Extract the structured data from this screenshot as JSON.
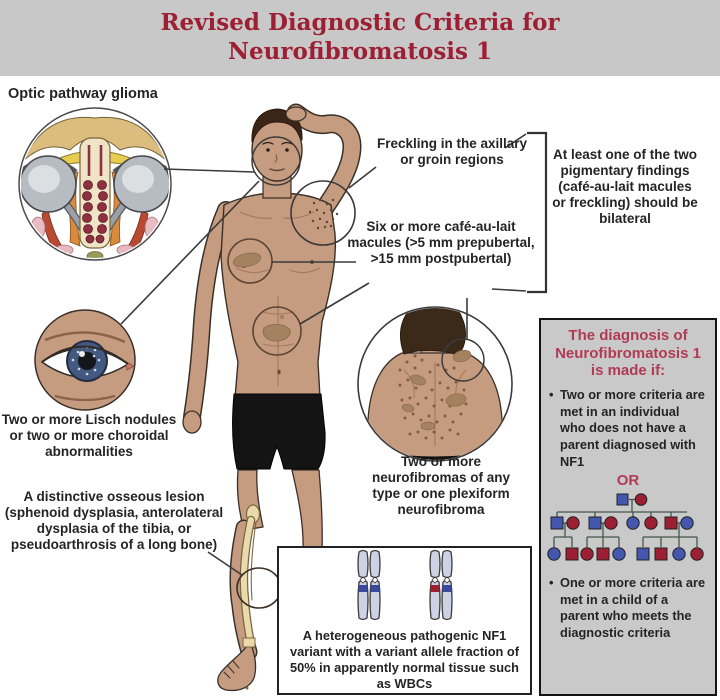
{
  "title": {
    "line1": "Revised Diagnostic Criteria for",
    "line2": "Neurofibromatosis 1"
  },
  "annotations": {
    "optic_pathway": "Optic pathway glioma",
    "freckling": "Freckling in the axillary or groin regions",
    "cafe_au_lait": "Six or more café-au-lait macules (>5 mm prepubertal, >15 mm postpubertal)",
    "lisch_nodules": "Two or more Lisch nodules or two or more choroidal abnormalities",
    "osseous_lesion": "A distinctive osseous lesion (sphenoid dysplasia, anterolateral dysplasia of the tibia, or pseudoarthrosis of a long bone)",
    "neurofibromas": "Two or more neurofibromas of any type or one plexiform neurofibroma",
    "nf1_variant": "A heterogeneous pathogenic NF1 variant with a variant allele fraction of 50% in apparently normal tissue such as WBCs",
    "bilateral_note": "At least one of the two pigmentary findings (café-au-lait macules or freckling) should be bilateral"
  },
  "diagnosis_box": {
    "title": "The diagnosis of Neurofibromatosis 1 is made if:",
    "bullet_glyph": "•",
    "bullet1": "Two or more criteria are met in an individual who does not have a parent diagnosed with NF1",
    "or_label": "OR",
    "bullet2": "One or more criteria are met in a child of a parent who meets the diagnostic criteria"
  },
  "colors": {
    "title_red": "#9c1f33",
    "box_crimson": "#b23a55",
    "title_bar_gray": "#c8c8c8",
    "diagnosis_box_gray": "#c9c9c9",
    "skin": "#c59c80",
    "pedigree_blue": "#4456ae",
    "pedigree_red": "#9c1f33",
    "chromosome_body": "#cdd2e4",
    "macule_brown": "#a5825f",
    "text_dark": "#242424"
  }
}
